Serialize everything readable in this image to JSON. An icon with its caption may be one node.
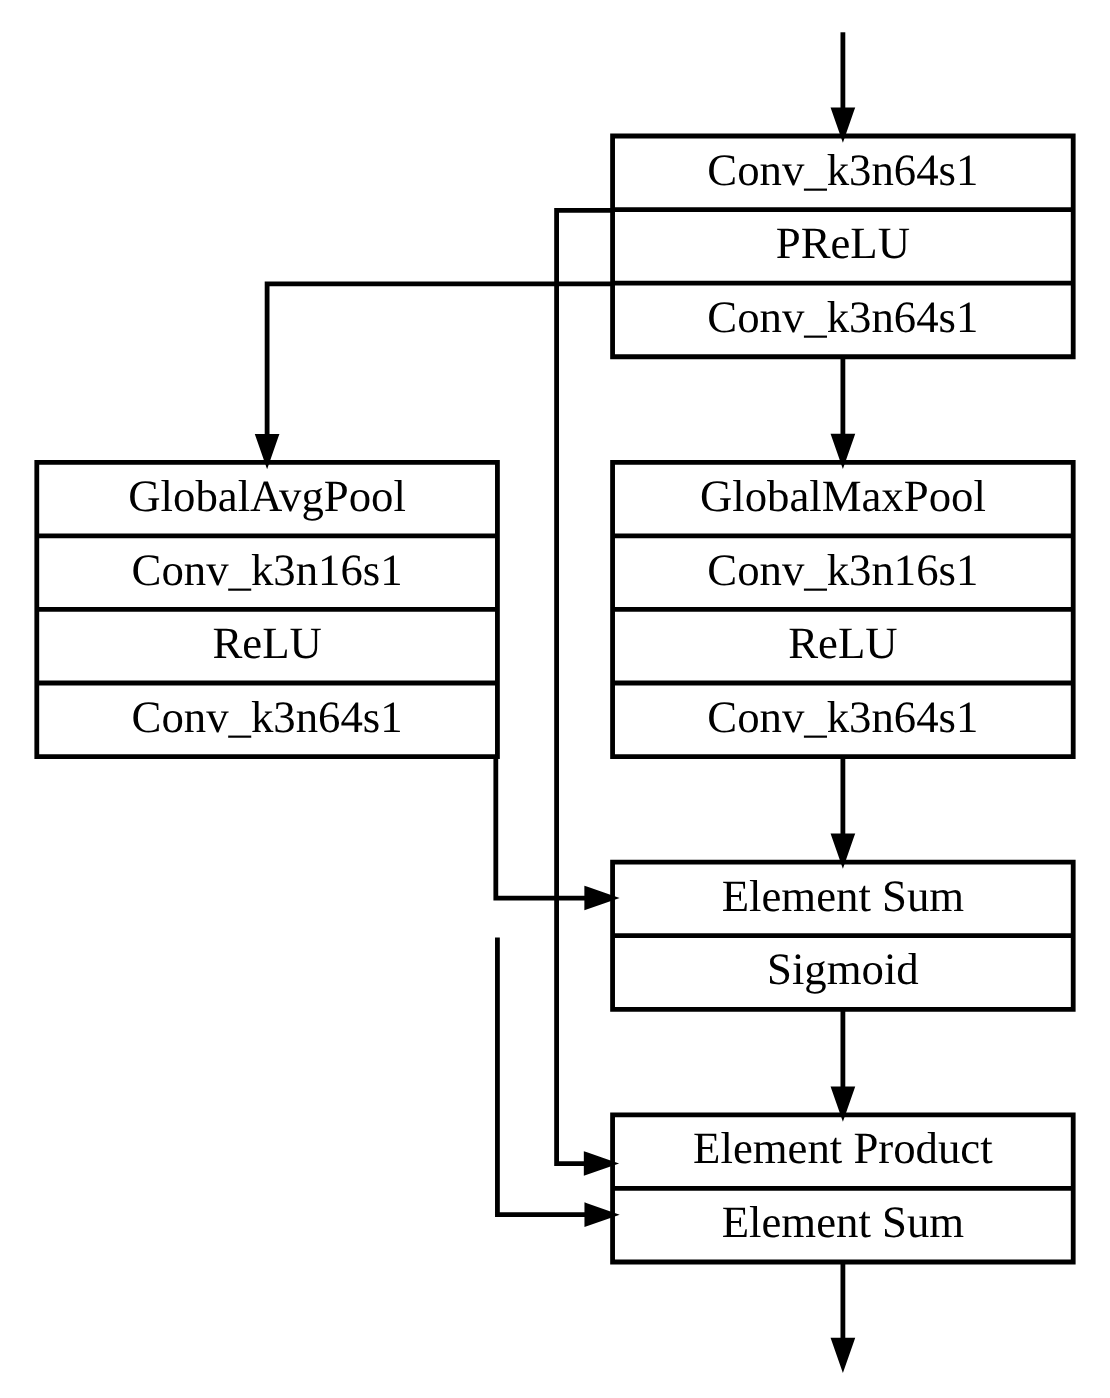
{
  "diagram": {
    "nodes": [
      {
        "text": [
          "Conv_k3n64s1",
          "PReLU",
          "Conv_k3n64s1"
        ]
      },
      {
        "text": [
          "GlobalAvgPool",
          "Conv_k3n16s1",
          "ReLU",
          "Conv_k3n64s1"
        ]
      },
      {
        "text": [
          "GlobalMaxPool",
          "Conv_k3n16s1",
          "ReLU",
          "Conv_k3n64s1"
        ]
      },
      {
        "text": [
          "Element Sum",
          "Sigmoid"
        ]
      },
      {
        "text": [
          "Element Product",
          "Element Sum"
        ]
      }
    ],
    "edges": [
      {
        "from": null,
        "to": 0,
        "arrow": "to"
      },
      {
        "from": 0,
        "to": 1,
        "arrow": "to"
      },
      {
        "from": 0,
        "to": 2,
        "arrow": "to"
      },
      {
        "from": 0,
        "to": 4,
        "arrow": "to"
      },
      {
        "from": 1,
        "to": 3,
        "arrow": "to"
      },
      {
        "from": 2,
        "to": 3,
        "arrow": "to"
      },
      {
        "from": 3,
        "to": 4,
        "arrow": "to"
      },
      {
        "from": null,
        "to": 4,
        "arrow": "to"
      },
      {
        "from": 4,
        "to": null,
        "arrow": "to"
      }
    ]
  }
}
